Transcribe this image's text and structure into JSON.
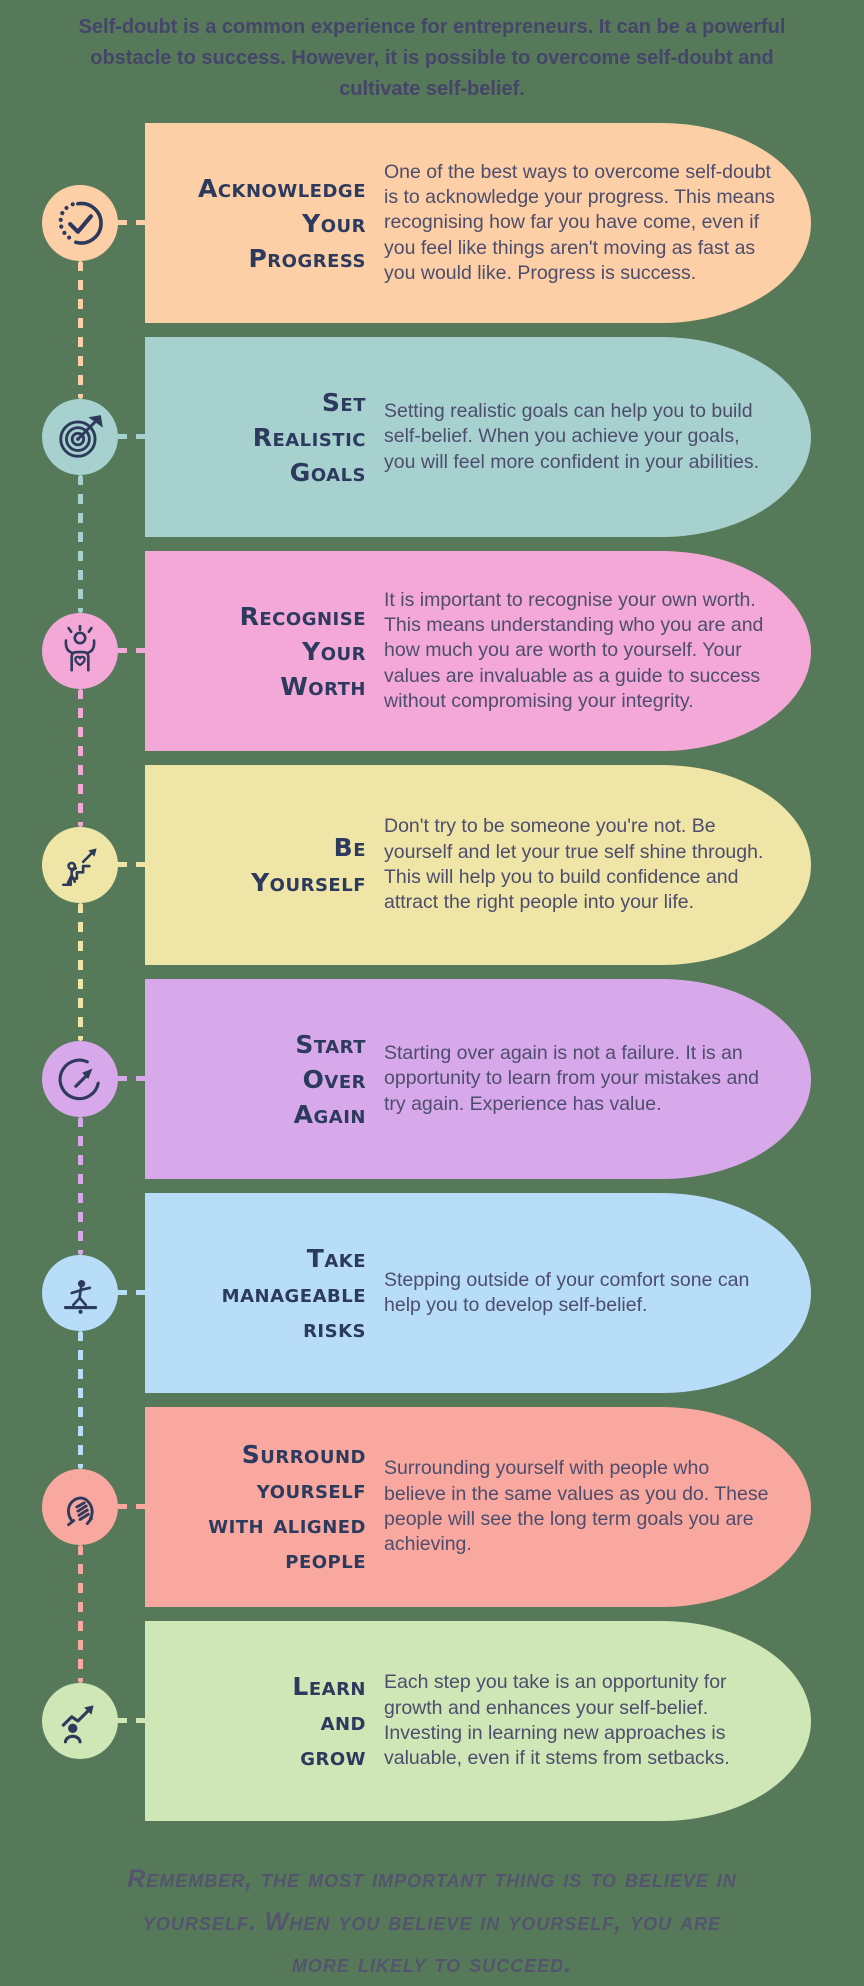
{
  "page": {
    "background_color": "#56795a",
    "intro": "Self-doubt is a common experience for entrepreneurs. It can be a powerful obstacle to success. However, it is possible to overcome self-doubt and cultivate self-belief.",
    "outro": "Remember, the most important thing is to believe in yourself. When you believe in yourself, you are more likely to succeed.",
    "title_color": "#2c3a5e",
    "body_text_color": "#4d4d6d",
    "icon_stroke_color": "#2e3a5c"
  },
  "cards": [
    {
      "title": "Acknowledge\nYour\nProgress",
      "body": "One of the best ways to overcome self-doubt is to acknowledge your progress. This means recognising how far you have come, even if you feel like things aren't moving as fast as you would like. Progress is success.",
      "color": "#fccfa6",
      "icon": "clock-check-icon"
    },
    {
      "title": "Set\nRealistic\nGoals",
      "body": "Setting realistic goals can help you to build self-belief. When you achieve your goals, you will feel more confident in your abilities.",
      "color": "#a6d1cf",
      "icon": "target-dart-icon"
    },
    {
      "title": "Recognise\nYour\nWorth",
      "body": "It is important to recognise your own worth. This means understanding who you are and how much you are worth to yourself. Your values are invaluable as a guide to success without compromising your integrity.",
      "color": "#f3a8d8",
      "icon": "person-heart-icon"
    },
    {
      "title": "Be\nYourself",
      "body": "Don't try to be someone you're not. Be yourself and let your true self shine through. This will help you to build confidence and attract the right people into your life.",
      "color": "#eee5a6",
      "icon": "climb-stairs-icon"
    },
    {
      "title": "Start\nOver\nAgain",
      "body": "Starting over again is not a failure. It is an opportunity to learn from your mistakes and try again. Experience has value.",
      "color": "#d8a9ea",
      "icon": "restart-arrow-icon"
    },
    {
      "title": "Take\nmanageable\nrisks",
      "body": "Stepping outside of your comfort sone can help you to develop self-belief.",
      "color": "#b7ddf8",
      "icon": "balance-board-icon"
    },
    {
      "title": "Surround\nyourself\nwith aligned\npeople",
      "body": "Surrounding yourself with  people who believe in the same values as you do. These people will see the long term goals you are achieving.",
      "color": "#f8a89e",
      "icon": "clasped-hands-icon"
    },
    {
      "title": "Learn\nand\ngrow",
      "body": "Each step you take is an opportunity for growth and enhances your self-belief. Investing in learning new approaches is valuable, even if it stems from setbacks.",
      "color": "#cfe6b6",
      "icon": "person-growth-icon"
    }
  ]
}
